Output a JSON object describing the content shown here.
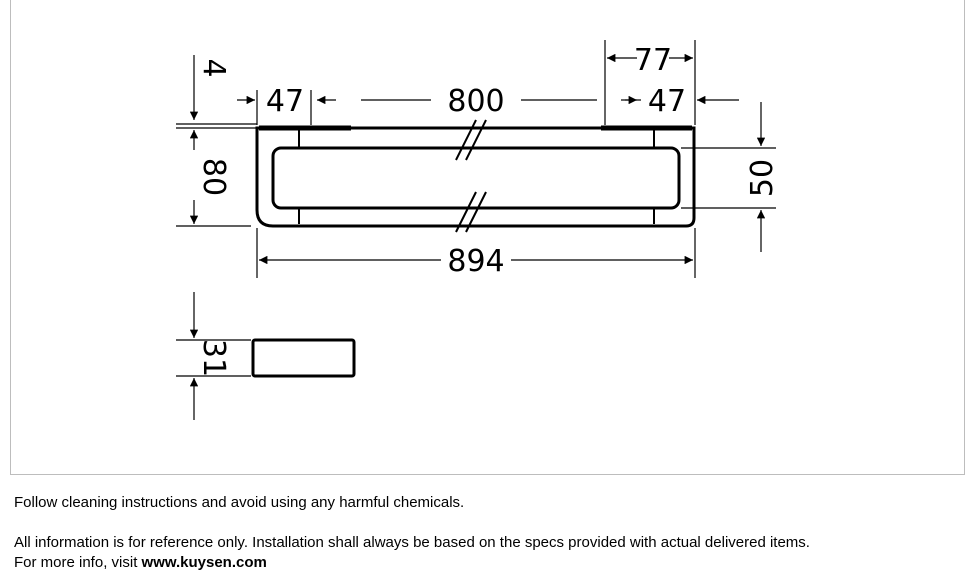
{
  "drawing": {
    "dimensions": {
      "top_offset": "4",
      "left_edge": "47",
      "center_span": "800",
      "right_overall": "77",
      "right_edge": "47",
      "height": "80",
      "inner_height": "50",
      "overall_length": "894",
      "depth": "31"
    }
  },
  "notes": {
    "cleaning": "Follow cleaning instructions and avoid using any harmful chemicals.",
    "disclaimer": "All information is for reference only. Installation shall always be based on the specs provided with actual delivered items.",
    "more_info_prefix": "For more info, visit ",
    "website": "www.kuysen.com"
  }
}
